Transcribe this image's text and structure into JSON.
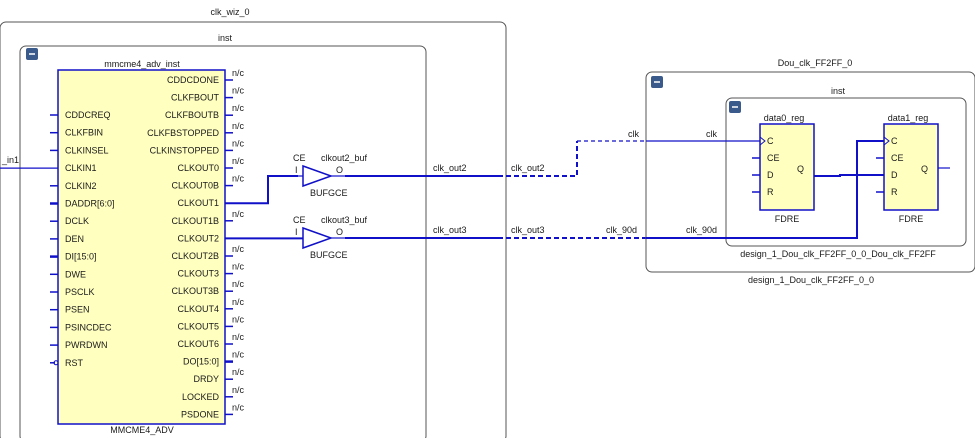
{
  "top": {
    "title": "clk_wiz_0",
    "inst_title": "inst",
    "left_net": "_in1"
  },
  "mmcm": {
    "inst_name": "mmcme4_adv_inst",
    "cell_type": "MMCME4_ADV",
    "left_pins": [
      "CDDCREQ",
      "CLKFBIN",
      "CLKINSEL",
      "CLKIN1",
      "CLKIN2",
      "DADDR[6:0]",
      "DCLK",
      "DEN",
      "DI[15:0]",
      "DWE",
      "PSCLK",
      "PSEN",
      "PSINCDEC",
      "PWRDWN",
      "RST"
    ],
    "right_pins": [
      "CDDCDONE",
      "CLKFBOUT",
      "CLKFBOUTB",
      "CLKFBSTOPPED",
      "CLKINSTOPPED",
      "CLKOUT0",
      "CLKOUT0B",
      "CLKOUT1",
      "CLKOUT1B",
      "CLKOUT2",
      "CLKOUT2B",
      "CLKOUT3",
      "CLKOUT3B",
      "CLKOUT4",
      "CLKOUT5",
      "CLKOUT6",
      "DO[15:0]",
      "DRDY",
      "LOCKED",
      "PSDONE"
    ],
    "nc_label": "n/c"
  },
  "buf1": {
    "name": "clkout2_buf",
    "type": "BUFGCE",
    "ce": "CE",
    "in": "I",
    "out": "O"
  },
  "buf2": {
    "name": "clkout3_buf",
    "type": "BUFGCE",
    "ce": "CE",
    "in": "I",
    "out": "O"
  },
  "nets": {
    "clk_out2_a": "clk_out2",
    "clk_out2_b": "clk_out2",
    "clk_out3_a": "clk_out3",
    "clk_out3_b": "clk_out3",
    "clk_a": "clk",
    "clk_b": "clk",
    "clk_90d_a": "clk_90d",
    "clk_90d_b": "clk_90d"
  },
  "dou": {
    "title": "Dou_clk_FF2FF_0",
    "inst_title": "inst",
    "inner_label": "design_1_Dou_clk_FF2FF_0_0_Dou_clk_FF2FF",
    "outer_label": "design_1_Dou_clk_FF2FF_0_0"
  },
  "ff0": {
    "name": "data0_reg",
    "type": "FDRE",
    "pins": [
      "C",
      "CE",
      "D",
      "R"
    ],
    "q": "Q"
  },
  "ff1": {
    "name": "data1_reg",
    "type": "FDRE",
    "pins": [
      "C",
      "CE",
      "D",
      "R"
    ],
    "q": "Q"
  },
  "colors": {
    "wire": "#1010c8",
    "cell_fill": "#ffffc0",
    "collapse_btn": "#3a5a8c"
  }
}
